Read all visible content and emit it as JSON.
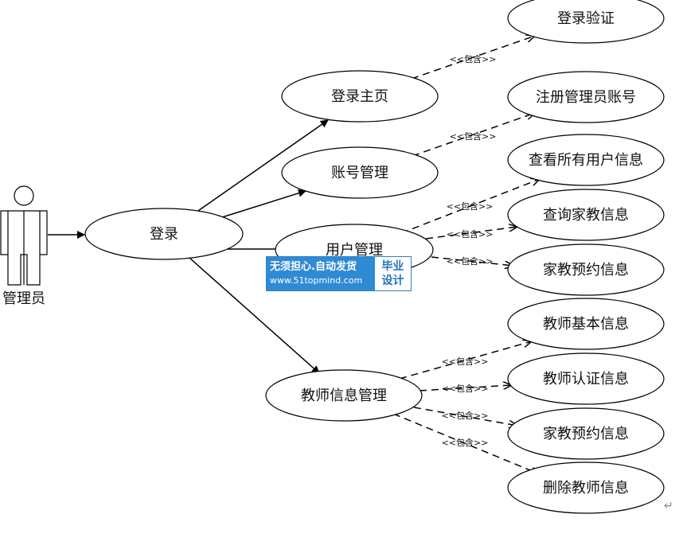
{
  "actor": {
    "label": "管理员"
  },
  "use_cases": {
    "login": "登录",
    "login_home": "登录主页",
    "account_mgmt": "账号管理",
    "user_mgmt": "用户管理",
    "teacher_mgmt": "教师信息管理",
    "login_verify": "登录验证",
    "register_admin": "注册管理员账号",
    "view_all_users": "查看所有用户信息",
    "query_tutor": "查询家教信息",
    "tutor_booking_1": "家教预约信息",
    "teacher_basic": "教师基本信息",
    "teacher_cert": "教师认证信息",
    "tutor_booking_2": "家教预约信息",
    "delete_teacher": "删除教师信息"
  },
  "include_label": "<<包含>>",
  "watermark": {
    "line1": "无须担心.自动发货",
    "line2": "www.51topmind.com",
    "right_line1": "毕业",
    "right_line2": "设计"
  },
  "paragraph_mark": "↵",
  "colors": {
    "line": "#000000",
    "watermark_blue": "#2f8ad4"
  }
}
